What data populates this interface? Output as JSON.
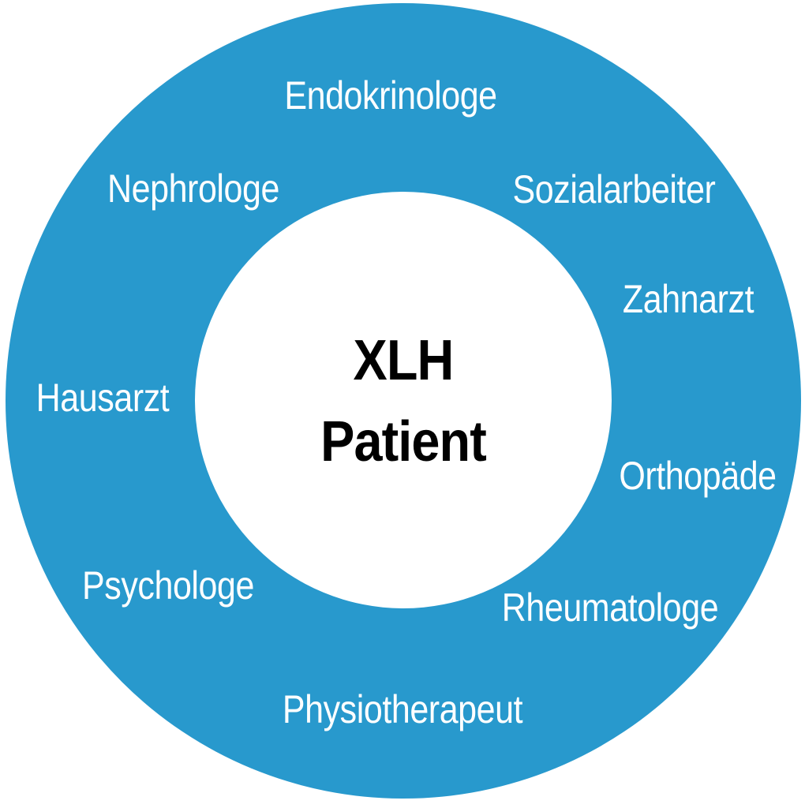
{
  "diagram": {
    "type": "donut-ring-diagram",
    "center": {
      "line1": "XLH",
      "line2": "Patient"
    },
    "ring_labels": [
      "Endokrinologe",
      "Sozialarbeiter",
      "Zahnarzt",
      "Orthopäde",
      "Rheumatologe",
      "Physiotherapeut",
      "Psychologe",
      "Hausarzt",
      "Nephrologe"
    ],
    "colors": {
      "ring_fill": "#2899CD",
      "inner_circle_fill": "#FFFFFF",
      "ring_label_text": "#FFFFFF",
      "center_text": "#000000",
      "background": "#FFFFFF"
    }
  }
}
